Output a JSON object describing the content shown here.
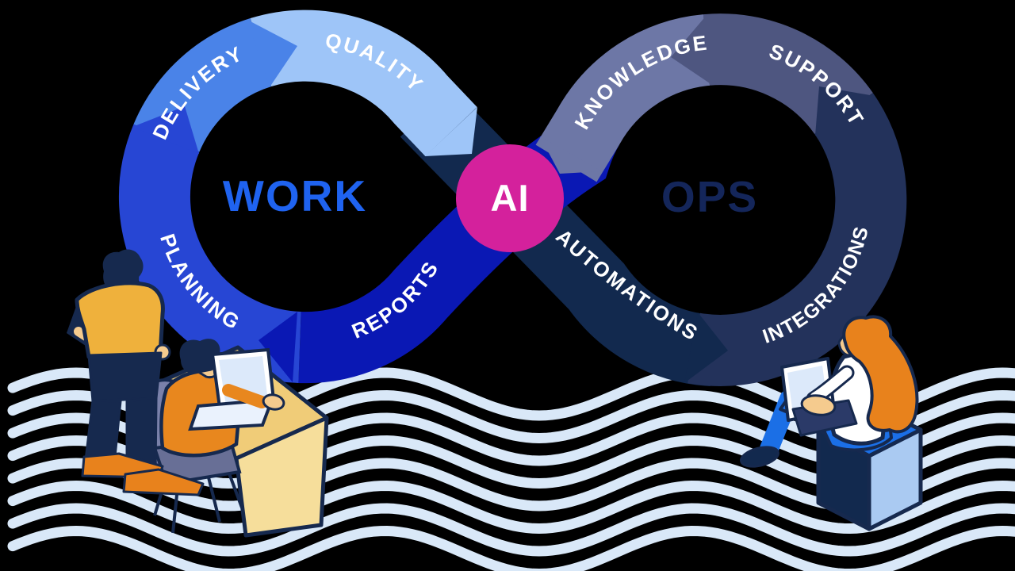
{
  "diagram": {
    "center_label": "AI",
    "center_color": "#d4219c",
    "left_loop": {
      "title": "WORK",
      "color": "#1f63f0"
    },
    "right_loop": {
      "title": "OPS",
      "color": "#14265a"
    },
    "label_text_color": "#ffffff",
    "segments": [
      {
        "id": "delivery",
        "label": "DELIVERY",
        "color": "#4a83e8",
        "loop": "work"
      },
      {
        "id": "quality",
        "label": "QUALITY",
        "color": "#9ec5f8",
        "loop": "work"
      },
      {
        "id": "planning",
        "label": "PLANNING",
        "color": "#2746d4",
        "loop": "work"
      },
      {
        "id": "reports",
        "label": "REPORTS",
        "color": "#0a18b4",
        "loop": "work"
      },
      {
        "id": "knowledge",
        "label": "KNOWLEDGE",
        "color": "#6d77a6",
        "loop": "ops"
      },
      {
        "id": "support",
        "label": "SUPPORT",
        "color": "#4e5680",
        "loop": "ops"
      },
      {
        "id": "integrations",
        "label": "INTEGRATIONS",
        "color": "#23325b",
        "loop": "ops"
      },
      {
        "id": "automations",
        "label": "AUTOMATIONS",
        "color": "#12294e",
        "loop": "ops"
      }
    ],
    "waves": {
      "color": "#d9e8f8",
      "rows": 8
    },
    "illustration_colors": {
      "outline": "#16294e",
      "skin": "#f5cb8e",
      "yellow_shirt": "#efb13c",
      "orange_shirt": "#e8871e",
      "orange_hair": "#e8821c",
      "desk_top": "#f0cc78",
      "desk_side": "#f6de9b",
      "chair_back": "#7a81aa",
      "chair_seat": "#686f96",
      "laptop_screen": "#dce9fa",
      "laptop_base": "#2b3a68",
      "white": "#ffffff",
      "bright_blue": "#1b6fe6",
      "cube_left": "#12294e",
      "cube_right": "#aacaf2"
    }
  }
}
